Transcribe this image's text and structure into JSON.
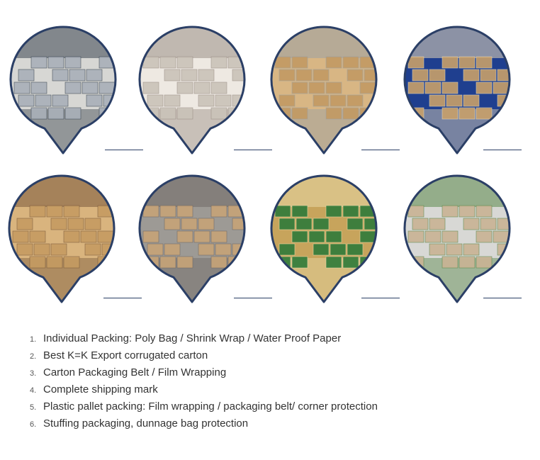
{
  "colors": {
    "ring": "#2b3f66",
    "cardboard": "#c9a26a",
    "text": "#333333"
  },
  "photos": [
    {
      "subject": "worker-strapping-machine",
      "palette": [
        "#a9b0b8",
        "#d7d7d4",
        "#3d4650"
      ]
    },
    {
      "subject": "poly-bagged-products",
      "palette": [
        "#c9c3b9",
        "#eee9e2",
        "#9a8f86"
      ]
    },
    {
      "subject": "stacked-cartons-warehouse",
      "palette": [
        "#c29a63",
        "#d8b684",
        "#9aa0a6"
      ]
    },
    {
      "subject": "carton-on-strapping-machine",
      "palette": [
        "#c8a06a",
        "#1f3f8f",
        "#e5d7b8"
      ]
    },
    {
      "subject": "worker-stacking-cartons",
      "palette": [
        "#c59b62",
        "#d9b47e",
        "#7a5a3d"
      ]
    },
    {
      "subject": "film-wrapped-pallets",
      "palette": [
        "#c7a477",
        "#9d9a95",
        "#6f6a66"
      ]
    },
    {
      "subject": "container-loading",
      "palette": [
        "#2f7a3a",
        "#c7a45c",
        "#e8d9a8"
      ]
    },
    {
      "subject": "pallets-outdoor",
      "palette": [
        "#c9b394",
        "#d8d8d5",
        "#5c8a4c"
      ]
    }
  ],
  "list": {
    "items": [
      {
        "number": "1.",
        "text": "Individual Packing: Poly Bag / Shrink Wrap / Water Proof Paper"
      },
      {
        "number": "2.",
        "text": "Best K=K Export corrugated carton"
      },
      {
        "number": "3.",
        "text": "Carton Packaging Belt / Film Wrapping"
      },
      {
        "number": "4.",
        "text": "Complete shipping mark"
      },
      {
        "number": "5.",
        "text": "Plastic pallet packing: Film wrapping / packaging belt/ corner protection"
      },
      {
        "number": "6.",
        "text": "Stuffing packaging, dunnage bag protection"
      }
    ]
  }
}
